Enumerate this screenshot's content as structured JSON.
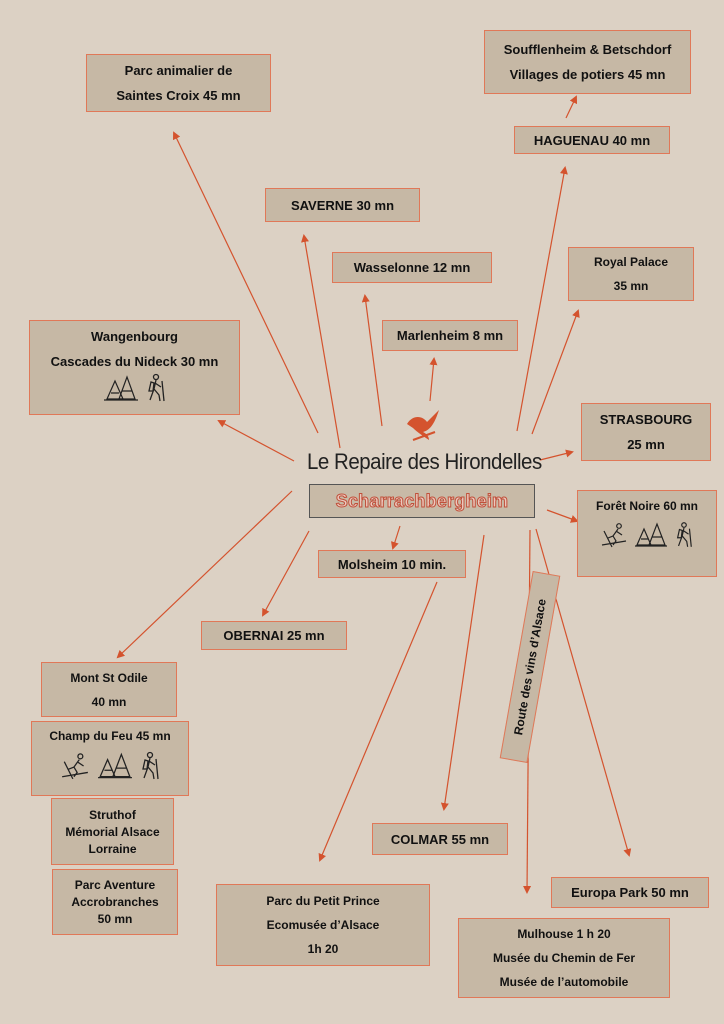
{
  "center": {
    "title": "Le Repaire des Hirondelles",
    "subtitle": "Scharrachbergheim"
  },
  "destinations": {
    "parc_animalier": [
      "Parc animalier de",
      "Saintes Croix 45 mn"
    ],
    "soufflenheim": [
      "Soufflenheim & Betschdorf",
      "Villages de potiers 45 mn"
    ],
    "haguenau": "HAGUENAU 40 mn",
    "saverne": "SAVERNE 30 mn",
    "wasselonne": "Wasselonne 12 mn",
    "royal_palace": [
      "Royal Palace",
      "35 mn"
    ],
    "marlenheim": "Marlenheim 8 mn",
    "wangenbourg": [
      "Wangenbourg",
      "Cascades du Nideck 30 mn"
    ],
    "strasbourg": [
      "STRASBOURG",
      "25 mn"
    ],
    "foret_noire": "Forêt Noire 60 mn",
    "molsheim": "Molsheim 10 min.",
    "obernai": "OBERNAI  25 mn",
    "mont_st_odile": [
      "Mont St Odile",
      "40 mn"
    ],
    "champ_du_feu": "Champ du Feu 45 mn",
    "struthof": [
      "Struthof",
      "Mémorial Alsace",
      "Lorraine"
    ],
    "parc_aventure": [
      "Parc Aventure",
      "Accrobranches",
      "50 mn"
    ],
    "colmar": "COLMAR 55 mn",
    "petit_prince": [
      "Parc du Petit Prince",
      "Ecomusée d’Alsace",
      "1h 20"
    ],
    "europa_park": "Europa Park 50 mn",
    "mulhouse": [
      "Mulhouse 1 h 20",
      "Musée du Chemin de Fer",
      "Musée de l’automobile"
    ]
  },
  "route_label": "Route des vins d’Alsace",
  "colors": {
    "background": "#dcd1c4",
    "box_fill": "#c6b8a5",
    "box_border": "#e07858",
    "arrow": "#d4532e"
  },
  "icons": {
    "wangenbourg": [
      "trees-icon",
      "hiker-icon"
    ],
    "foret_noire": [
      "skier-icon",
      "trees-icon",
      "hiker-icon"
    ],
    "champ_du_feu": [
      "skier-icon",
      "trees-icon",
      "hiker-icon"
    ]
  }
}
